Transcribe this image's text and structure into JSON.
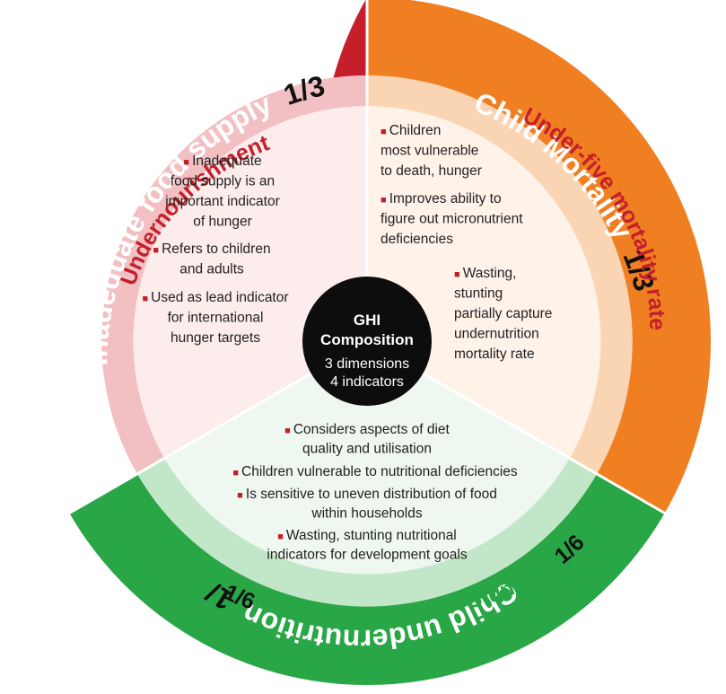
{
  "colors": {
    "red": "#c41f2b",
    "red_ring": "#f2c0c2",
    "red_inner": "#fcecec",
    "orange": "#f07f22",
    "orange_ring": "#fad5b4",
    "orange_inner": "#fff2e8",
    "green": "#29a645",
    "green_ring": "#c2e7c8",
    "green_inner": "#eef8f0",
    "center": "#0d0d0d",
    "bullet": "#c0202a"
  },
  "center": {
    "title_line1": "GHI",
    "title_line2": "Composition",
    "sub_line1": "3 dimensions",
    "sub_line2": "4 indicators"
  },
  "dimensions": {
    "food": {
      "label": "Inadequate food supply",
      "fraction": "1/3"
    },
    "mortality": {
      "label": "Child Mortality",
      "fraction": "1/3"
    },
    "undernutrition": {
      "label": "Child undernutrition",
      "fraction": "1/3"
    }
  },
  "indicators": {
    "undernourishment": {
      "label": "Undernourishment",
      "fraction": ""
    },
    "under_five": {
      "label": "Under-five mortality rate",
      "fraction": ""
    },
    "wasting": {
      "label": "Wasting",
      "fraction": "1/6"
    },
    "stunting": {
      "label": "Stunting",
      "fraction": "1/6"
    }
  },
  "bullets": {
    "undernourishment": [
      {
        "lines": [
          "Inadequate",
          "food supply is an",
          "important indicator",
          "of hunger"
        ]
      },
      {
        "lines": [
          "Refers to children",
          "and adults"
        ]
      },
      {
        "lines": [
          "Used as lead indicator",
          "for international",
          "hunger targets"
        ]
      }
    ],
    "mortality": [
      {
        "lines": [
          "Children",
          "most vulnerable",
          "to death, hunger"
        ]
      },
      {
        "lines": [
          "Improves ability to",
          "figure out micronutrient",
          "deficiencies"
        ]
      },
      {
        "lines": [
          "Wasting,",
          "stunting",
          "partially capture",
          "undernutrition",
          "mortality rate"
        ]
      }
    ],
    "undernutrition": [
      {
        "lines": [
          "Considers aspects of diet",
          "quality and utilisation"
        ]
      },
      {
        "lines": [
          "Children vulnerable to nutritional deficiencies"
        ]
      },
      {
        "lines": [
          "Is sensitive to uneven distribution of food",
          "within households"
        ]
      },
      {
        "lines": [
          "Wasting, stunting nutritional",
          "indicators for development goals"
        ]
      }
    ]
  }
}
